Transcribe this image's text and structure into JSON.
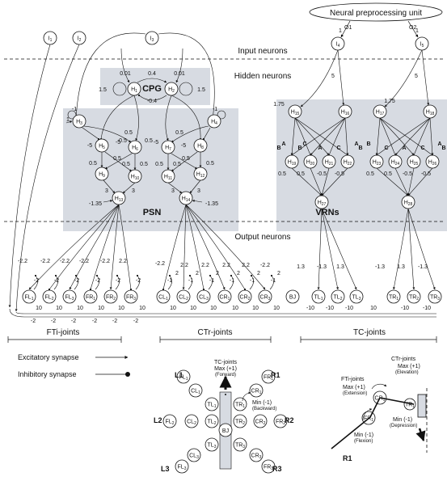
{
  "preprocessing_unit": {
    "label": "Neural preprocessing unit",
    "out1": "O1",
    "out2": "O2"
  },
  "sections": {
    "input": "Input neurons",
    "hidden": "Hidden neurons",
    "output": "Output neurons"
  },
  "modules": {
    "cpg": "CPG",
    "psn": "PSN",
    "vrns": "VRNs"
  },
  "input_neurons": [
    "I1",
    "I2",
    "I3",
    "I4",
    "I5"
  ],
  "cpg": {
    "neurons": [
      "H1",
      "H2"
    ],
    "weights": {
      "top_left": "0.01",
      "top_mid": "0.4",
      "top_right": "0.01",
      "bottom": "-0.4",
      "self_left": "1.5",
      "self_right": "1.5"
    }
  },
  "psn": {
    "neurons": [
      "H3",
      "H4",
      "H5",
      "H6",
      "H7",
      "H8",
      "H9",
      "H10",
      "H11",
      "H12",
      "H13",
      "H14"
    ],
    "weights": {
      "h3_self": "-1",
      "h3_in": "1",
      "h4_self": "-1",
      "mid": [
        "-5",
        "0.5",
        "0.5",
        "-5",
        "0.5",
        "-5",
        "0.5",
        "-5"
      ],
      "lower": [
        "0.5",
        "0.5",
        "0.5",
        "0.5",
        "0.5",
        "0.5",
        "0.5",
        "0.5"
      ],
      "out": [
        "3",
        "3",
        "3",
        "3"
      ],
      "bias_left": "-1.35",
      "bias_right": "-1.35"
    }
  },
  "vrns": {
    "neurons": [
      "H15",
      "H16",
      "H17",
      "H18",
      "H19",
      "H20",
      "H21",
      "H22",
      "H23",
      "H24",
      "H25",
      "H26",
      "H27",
      "H28"
    ],
    "in_weights": {
      "i4": "5",
      "i5": "5",
      "h15": "1.75",
      "h17": "1.75",
      "o1": "1",
      "o2": "1"
    },
    "letters": [
      "B",
      "A",
      "B",
      "C",
      "A",
      "C",
      "A",
      "B",
      "B",
      "C",
      "A",
      "C",
      "A",
      "B"
    ],
    "lower": [
      "0.5",
      "0.5",
      "-0.5",
      "-0.5",
      "0.5",
      "0.5",
      "-0.5",
      "-0.5"
    ]
  },
  "output_neurons": {
    "fti": [
      "FL1",
      "FL2",
      "FL3",
      "FR1",
      "FR2",
      "FR3"
    ],
    "ctr": [
      "CL1",
      "CL2",
      "CL3",
      "CR1",
      "CR2",
      "CR3"
    ],
    "bj": "BJ",
    "tc_left": [
      "TL1",
      "TL2",
      "TL3"
    ],
    "tc_right": [
      "TR1",
      "TR2",
      "TR3"
    ],
    "top_weights_fti": [
      "-2.2",
      "-2.2",
      "-2.2",
      "-2.2",
      "-2.2",
      "2.2"
    ],
    "inner_weights_fti": [
      "-2",
      "-2",
      "-2",
      "-2",
      "-2",
      "-2"
    ],
    "top_weights_ctr": [
      "-2.2",
      "2.2",
      "2.2",
      "2.2",
      "2.2",
      "-2.2"
    ],
    "inner_weights_ctr": [
      "-1",
      "-1",
      "-1",
      "-1",
      "-1",
      "-1"
    ],
    "side_weights_ctr": [
      "2",
      "2",
      "2",
      "2",
      "2",
      "2"
    ],
    "bottom_weights": [
      "10",
      "10",
      "10",
      "10",
      "10",
      "10",
      "10",
      "10",
      "10",
      "10",
      "10",
      "10",
      "10"
    ],
    "bottom_neg": [
      "-2",
      "-2",
      "-2",
      "-2",
      "-2",
      "-2"
    ],
    "tc_weights_left": [
      "1.3",
      "-1.3",
      "1.3"
    ],
    "tc_weights_right": [
      "-1.3",
      "1.3",
      "-1.3"
    ],
    "tc_bottom_left": [
      "-10",
      "-10",
      "-10"
    ],
    "tc_bottom_right": [
      "-10",
      "-10"
    ]
  },
  "groups": {
    "fti": "FTi-joints",
    "ctr": "CTr-joints",
    "tc": "TC-joints"
  },
  "legend": {
    "excitatory": "Excitatory synapse",
    "inhibitory": "Inhibitory synapse"
  },
  "robot": {
    "legs": [
      "L1",
      "R1",
      "L2",
      "R2",
      "L3",
      "R3"
    ],
    "tc_title": "TC-joints",
    "tc_max": "Max (+1)",
    "tc_forward": "(Forward)",
    "tc_min": "Min (-1)",
    "tc_backward": "(Backward)",
    "bj": "BJ",
    "joints": [
      "FL1",
      "CL1",
      "TL1",
      "TR1",
      "CR1",
      "FR1",
      "FL2",
      "CL2",
      "TL2",
      "TR2",
      "CR2",
      "FR2",
      "TL3",
      "TR3",
      "CL3",
      "CR3",
      "FL3",
      "FR3"
    ]
  },
  "side_view": {
    "ctr_title": "CTr-joints",
    "ctr_max": "Max (+1)",
    "ctr_elev": "(Elevation)",
    "fti_title": "FTi-joints",
    "fti_max": "Max (+1)",
    "fti_ext": "(Extension)",
    "ctr_min": "Min (-1)",
    "ctr_dep": "(Depression)",
    "fti_min": "Min (-1)",
    "fti_flex": "(Flexion)",
    "cr1": "CR1",
    "tr1": "TR1",
    "fr1": "FR1",
    "leg": "R1"
  },
  "colors": {
    "module_bg": "#d7dbe2",
    "line": "#111111"
  }
}
